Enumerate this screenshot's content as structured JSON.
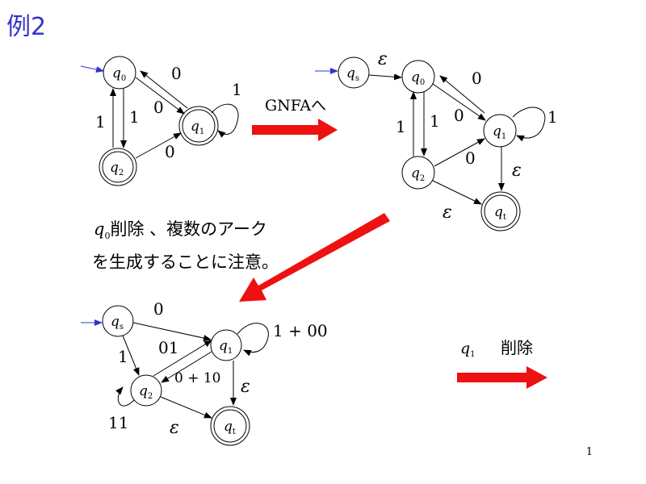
{
  "title": "例2",
  "note": {
    "state": "q",
    "state_sub": "0",
    "line1_rest": "削除 、複数のアーク",
    "line2": "を生成することに注意。"
  },
  "gnfa_label": "GNFAへ",
  "remove_q1": {
    "state": "q",
    "state_sub": "1",
    "text": "削除"
  },
  "page_number": "1",
  "colors": {
    "title": "#3333cc",
    "start_arrow": "#3333cc",
    "big_arrow": "#ee1111",
    "stroke": "#000000"
  },
  "states": {
    "q0": {
      "name": "q",
      "sub": "0"
    },
    "q1": {
      "name": "q",
      "sub": "1"
    },
    "q2": {
      "name": "q",
      "sub": "2"
    },
    "qs": {
      "name": "q",
      "sub": "s"
    },
    "qt": {
      "name": "q",
      "sub": "t"
    }
  },
  "diagram1": {
    "labels": {
      "q0_to_q1": "0",
      "q1_to_q0": "0",
      "q1_loop": "1",
      "q0_to_q2": "1",
      "q2_to_q0": "1",
      "q2_to_q1": "0"
    }
  },
  "diagram2": {
    "labels": {
      "qs_to_q0": "ε",
      "q1_to_q0": "0",
      "q0_to_q1": "0",
      "q1_loop": "1",
      "q2_to_q0": "1",
      "q0_to_q2": "1",
      "q2_to_q1": "0",
      "q1_to_qt": "ε",
      "q2_to_qt": "ε"
    }
  },
  "diagram3": {
    "labels": {
      "qs_to_q1": "0",
      "q2_to_q1": "01",
      "q1_loop": "1 + 00",
      "q1_to_q2": "0 + 10",
      "qs_to_q2": "1",
      "q2_loop": "11",
      "q1_to_qt": "ε",
      "q2_to_qt": "ε"
    }
  }
}
